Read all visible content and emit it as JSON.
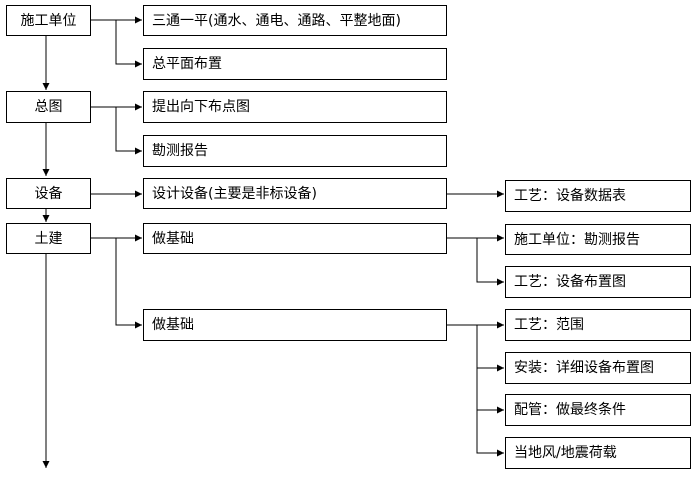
{
  "nodes": {
    "sgdw": "施工单位",
    "zt": "总图",
    "sb": "设备",
    "tj": "土建",
    "stypz": "三通一平(通水、通电、通路、平整地面)",
    "zpmbz": "总平面布置",
    "tcxxbdt": "提出向下布点图",
    "kcbg": "勘测报告",
    "sjsb": "设计设备(主要是非标设备)",
    "zjc1": "做基础",
    "zjc2": "做基础",
    "gy_sbsjb": "工艺：设备数据表",
    "sgdw_kcbg": "施工单位：勘测报告",
    "gy_sbbzt": "工艺：设备布置图",
    "gy_fw": "工艺：范围",
    "az_xxsbbzt": "安装：详细设备布置图",
    "pg_zzzjtj": "配管：做最终条件",
    "ddf_dzhz": "当地风/地震荷载"
  }
}
